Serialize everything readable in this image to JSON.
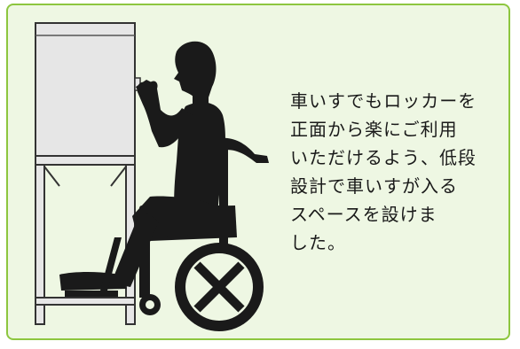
{
  "caption": {
    "lines": [
      "車いすでもロッカーを",
      "正面から楽にご利用",
      "いただけるよう、低段",
      "設計で車いすが入る",
      "スペースを設けま",
      "した。"
    ]
  },
  "colors": {
    "border": "#8dc63f",
    "background": "#eef7e3",
    "locker_fill": "#e6e6e6",
    "silhouette": "#1a1a1a"
  },
  "icons": [
    "locker",
    "wheelchair-user-silhouette"
  ]
}
